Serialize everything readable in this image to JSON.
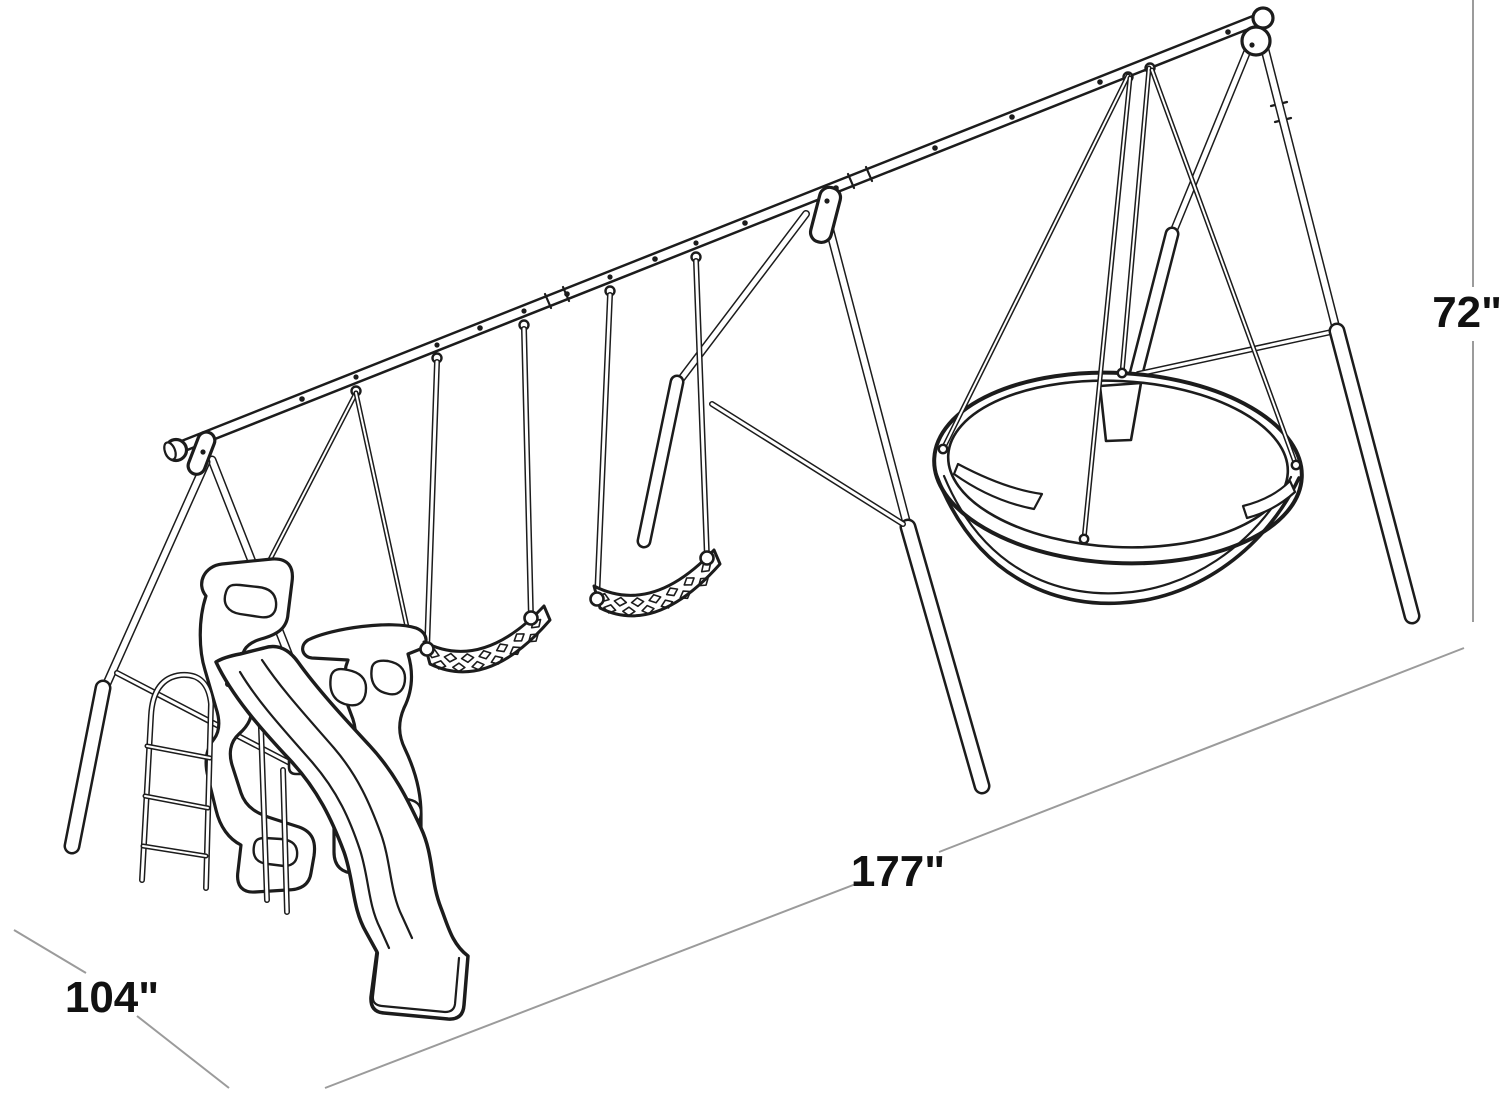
{
  "figure": {
    "title": "Swing set isometric line drawing",
    "background_color": "#ffffff",
    "line_color": "#1c1c1c",
    "dimension_line_color": "#9b9b9b",
    "label_color": "#111111",
    "components": [
      "a-frame top beam",
      "slide",
      "step ladder",
      "face-to-face glider swing",
      "belt swing",
      "belt swing",
      "saucer swing"
    ]
  },
  "dimensions": {
    "height": "72\"",
    "length": "177\"",
    "depth": "104\""
  }
}
